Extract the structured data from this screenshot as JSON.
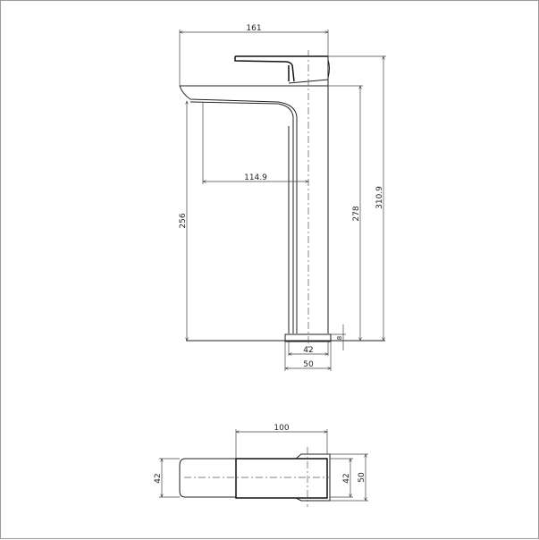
{
  "side_view": {
    "dimensions": {
      "overall_width": "161",
      "spout_reach": "114.9",
      "spout_height": "256",
      "top_body_height": "278",
      "overall_height": "310.9",
      "base_inner_width": "42",
      "base_outer_width": "50",
      "base_thickness": "8"
    }
  },
  "top_view": {
    "dimensions": {
      "body_length": "100",
      "spout_width": "42",
      "body_width_inner": "42",
      "body_width_outer": "50"
    }
  }
}
